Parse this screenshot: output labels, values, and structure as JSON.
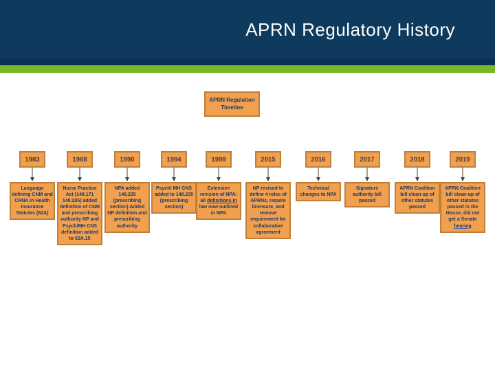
{
  "header": {
    "title": "APRN Regulatory History"
  },
  "colors": {
    "header_bg": "#0e3a5d",
    "header_bg_dark": "#0a3154",
    "accent_green": "#76b82a",
    "box_fill": "#f0a04e",
    "box_border": "#c07f39",
    "text_dark": "#1f3864",
    "arrow": "#404040"
  },
  "timeline": {
    "title": "APRN Regulation Timeline",
    "events": [
      {
        "year": "1983",
        "desc_parts": [
          {
            "t": "Language defining CNM and CRNA in Health Insurance Statutes (62A)",
            "u": false
          }
        ]
      },
      {
        "year": "1988",
        "desc_parts": [
          {
            "t": "Nurse Practice Act (148.171 148.285) added definition of CNM and prescribing authority NP and Psych/MH CNS definition added to 62A.15",
            "u": false
          }
        ]
      },
      {
        "year": "1990",
        "desc_parts": [
          {
            "t": "NPA added 148.235 (prescribing section) Added NP definition and prescribing authority",
            "u": false
          }
        ]
      },
      {
        "year": "1994",
        "desc_parts": [
          {
            "t": "Psych/ MH CNS added to 148.235 (prescribing section)",
            "u": false
          }
        ]
      },
      {
        "year": "1999",
        "desc_parts": [
          {
            "t": "Extensive revision of NPA: all ",
            "u": false
          },
          {
            "t": "definitions in",
            "u": true
          },
          {
            "t": " law now outlined in NPA",
            "u": false
          }
        ]
      },
      {
        "year": "2015",
        "desc_parts": [
          {
            "t": "NP revised to define 4 roles of APRNs, require licensure, and remove requirement for collaborative agreement",
            "u": false
          }
        ]
      },
      {
        "year": "2016",
        "desc_parts": [
          {
            "t": "Technical changes to NPA",
            "u": false
          }
        ]
      },
      {
        "year": "2017",
        "desc_parts": [
          {
            "t": "Signature authority bill passed",
            "u": false
          }
        ]
      },
      {
        "year": "2018",
        "desc_parts": [
          {
            "t": "APRN Coalition bill clean-up of other statutes passed",
            "u": false
          }
        ]
      },
      {
        "year": "2019",
        "desc_parts": [
          {
            "t": "APRN Coalition bill clean-up of other statutes passed in the House, did not get a Senate ",
            "u": false
          },
          {
            "t": "hearing",
            "u": true,
            "link": true
          }
        ]
      }
    ]
  }
}
